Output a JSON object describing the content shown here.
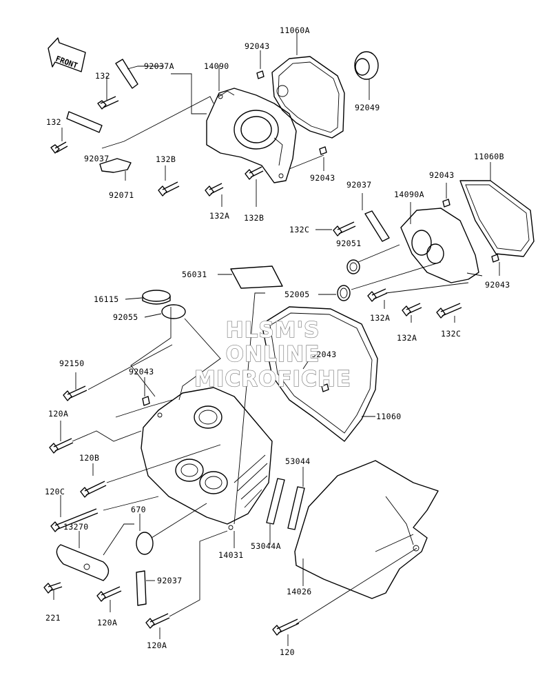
{
  "watermark": {
    "line1": "HLSM'S",
    "line2": "ONLINE",
    "line3": "MICROFICHE"
  },
  "direction_indicator": "FRONT",
  "part_labels": {
    "p11060A": "11060A",
    "p92043_a": "92043",
    "p14090": "14090",
    "p92037A": "92037A",
    "p132_a": "132",
    "p132_b": "132",
    "p92037_a": "92037",
    "p92049": "92049",
    "p92043_b": "92043",
    "p132B_a": "132B",
    "p92071": "92071",
    "p132A_a": "132A",
    "p132B_b": "132B",
    "p11060B": "11060B",
    "p92043_c": "92043",
    "p92037_b": "92037",
    "p14090A": "14090A",
    "p132C_a": "132C",
    "p92051": "92051",
    "p56031": "56031",
    "p52005": "52005",
    "p92043_d": "92043",
    "p16115": "16115",
    "p92055": "92055",
    "p132A_b": "132A",
    "p132A_c": "132A",
    "p132C_b": "132C",
    "p92043_e": "92043",
    "p92150": "92150",
    "p92043_f": "92043",
    "p11060": "11060",
    "p120A_a": "120A",
    "p120B": "120B",
    "p53044": "53044",
    "p120C": "120C",
    "p670": "670",
    "p13270": "13270",
    "p14031": "14031",
    "p53044A": "53044A",
    "p92037_c": "92037",
    "p14026": "14026",
    "p221": "221",
    "p120A_b": "120A",
    "p120A_c": "120A",
    "p120": "120"
  }
}
